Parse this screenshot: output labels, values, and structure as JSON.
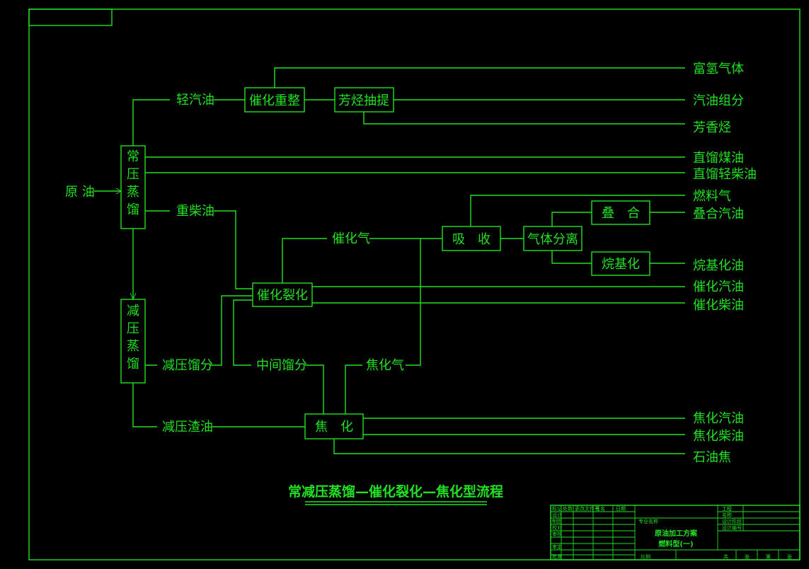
{
  "diagram": {
    "title": "常减压蒸馏—催化裂化—焦化型流程",
    "input": "原 油",
    "units": {
      "atmospheric": [
        "常",
        "压",
        "蒸",
        "馏"
      ],
      "vacuum": [
        "减",
        "压",
        "蒸",
        "馏"
      ],
      "reforming": "催化重整",
      "aromatic_extraction": "芳烃抽提",
      "catalytic_cracking": "催化裂化",
      "absorption": "吸　收",
      "gas_separation": "气体分离",
      "polymerization": "叠　合",
      "alkylation": "烷基化",
      "coking": "焦　化"
    },
    "streams": {
      "light_naphtha": "轻汽油",
      "heavy_diesel": "重柴油",
      "cracked_gas": "催化气",
      "vacuum_distillate": "减压馏分",
      "intermediate_distillate": "中间馏分",
      "coker_gas": "焦化气",
      "vacuum_residue": "减压渣油"
    },
    "products": [
      "富氢气体",
      "汽油组分",
      "芳香烃",
      "直馏煤油",
      "直馏轻柴油",
      "燃料气",
      "叠合汽油",
      "烷基化油",
      "催化汽油",
      "催化柴油",
      "焦化汽油",
      "焦化柴油",
      "石油焦"
    ]
  },
  "title_block": {
    "headers": [
      "标记",
      "处数",
      "更改文件号",
      "签名",
      "日期"
    ],
    "roles": [
      "设计",
      "制图",
      "校对",
      "审核",
      "审定",
      "批准"
    ],
    "org": "专业名称",
    "drawing_name_1": "原油加工方案",
    "drawing_name_2": "燃料型(一)",
    "right_labels": [
      "工程",
      "名称",
      "设计阶段",
      "设计编号"
    ],
    "scale": "比例",
    "sheet_info": [
      "共",
      "张",
      "第",
      "张"
    ]
  },
  "colors": {
    "line": "#22e022",
    "background": "#000000"
  }
}
